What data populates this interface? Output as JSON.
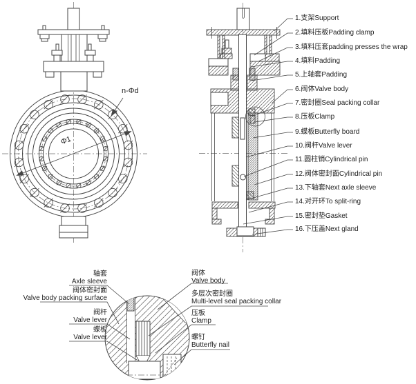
{
  "colors": {
    "line": "#454545",
    "hatch": "#5a5a5a",
    "centerline": "#6f6f6f",
    "text": "#222222",
    "bg": "#ffffff"
  },
  "front_view": {
    "bolt_hole_label": "n-Φd",
    "diameter_label": "Φ1"
  },
  "section_view": {
    "labels": [
      {
        "text": "1.支架Support"
      },
      {
        "text": "2.填料压板Padding clamp"
      },
      {
        "text": "3.填料压套padding presses the wrap"
      },
      {
        "text": "4.填料Padding"
      },
      {
        "text": "5.上轴套Padding"
      },
      {
        "text": "6.阀体Valve body"
      },
      {
        "text": "7.密封圈Seal packing collar"
      },
      {
        "text": "8.压板Clamp"
      },
      {
        "text": "9.蝶板Butterfly board"
      },
      {
        "text": "10.阀杆Valve lever"
      },
      {
        "text": "11.圆柱销Cylindrical pin"
      },
      {
        "text": "12.阀体密封面Cylindrical pin"
      },
      {
        "text": "13.下轴套Next axle sleeve"
      },
      {
        "text": "14.对开环To split-ring"
      },
      {
        "text": "15.密封垫Gasket"
      },
      {
        "text": "16.下压盖Next gland"
      }
    ]
  },
  "detail_view": {
    "left_labels": [
      {
        "zh": "轴套",
        "en": "Axle sleeve"
      },
      {
        "zh": "阀体密封面",
        "en": "Valve body packing surface"
      },
      {
        "zh": "阀杆",
        "en": "Valve lever"
      },
      {
        "zh": "蝶板",
        "en": "Valve lever"
      }
    ],
    "right_labels": [
      {
        "zh": "阀体",
        "en": "Valve body"
      },
      {
        "zh": "多层次密封圈",
        "en": "Multi-level seal packing collar"
      },
      {
        "zh": "压板",
        "en": "Clamp"
      },
      {
        "zh": "螺钉",
        "en": "Butterfly nail"
      }
    ]
  }
}
